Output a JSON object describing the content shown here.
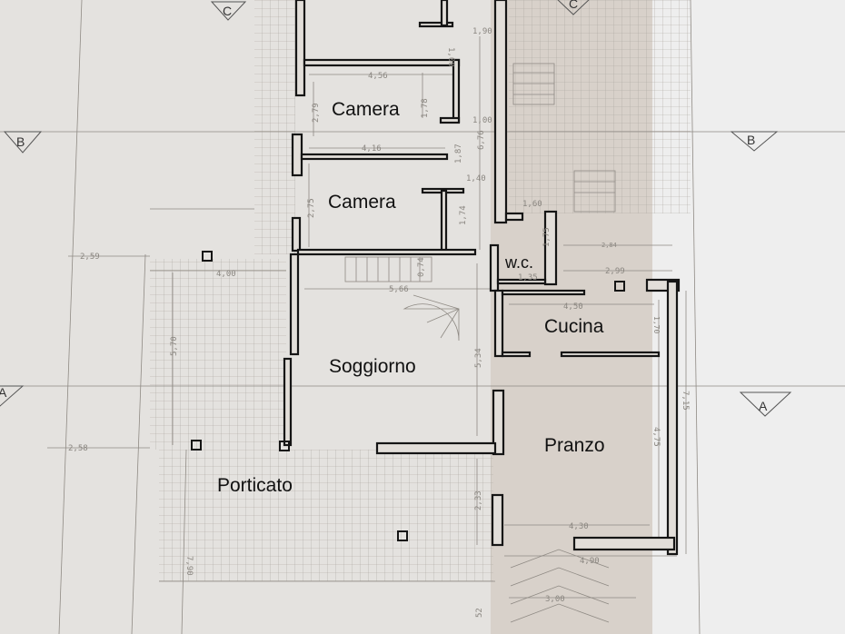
{
  "drawing": {
    "rooms": [
      {
        "name": "Camera"
      },
      {
        "name": "Camera"
      },
      {
        "name": "w.c."
      },
      {
        "name": "Cucina"
      },
      {
        "name": "Soggiorno"
      },
      {
        "name": "Pranzo"
      },
      {
        "name": "Porticato"
      }
    ],
    "sections": [
      "C",
      "C",
      "B",
      "B",
      "A",
      "A"
    ],
    "dimensions": [
      "1,90",
      "1,00",
      "4,56",
      "2,79",
      "1,78",
      "1,00",
      "6,76",
      "4,16",
      "1,87",
      "1,40",
      "2,75",
      "1,74",
      "1,60",
      "1,75",
      "2,84",
      "1,35",
      "2,99",
      "4,50",
      "1,70",
      "0,74",
      "5,66",
      "5,34",
      "2,59",
      "4,00",
      "5,70",
      "2,58",
      "2,33",
      "4,30",
      "4,90",
      "3,00",
      "4,75",
      "7,15",
      "7,90",
      "52"
    ],
    "colors": {
      "paper": "#e6e4e1",
      "shaded_paper": "#d8d1ca",
      "wall_line": "#151515",
      "dimension_line": "#8f8a84"
    }
  }
}
